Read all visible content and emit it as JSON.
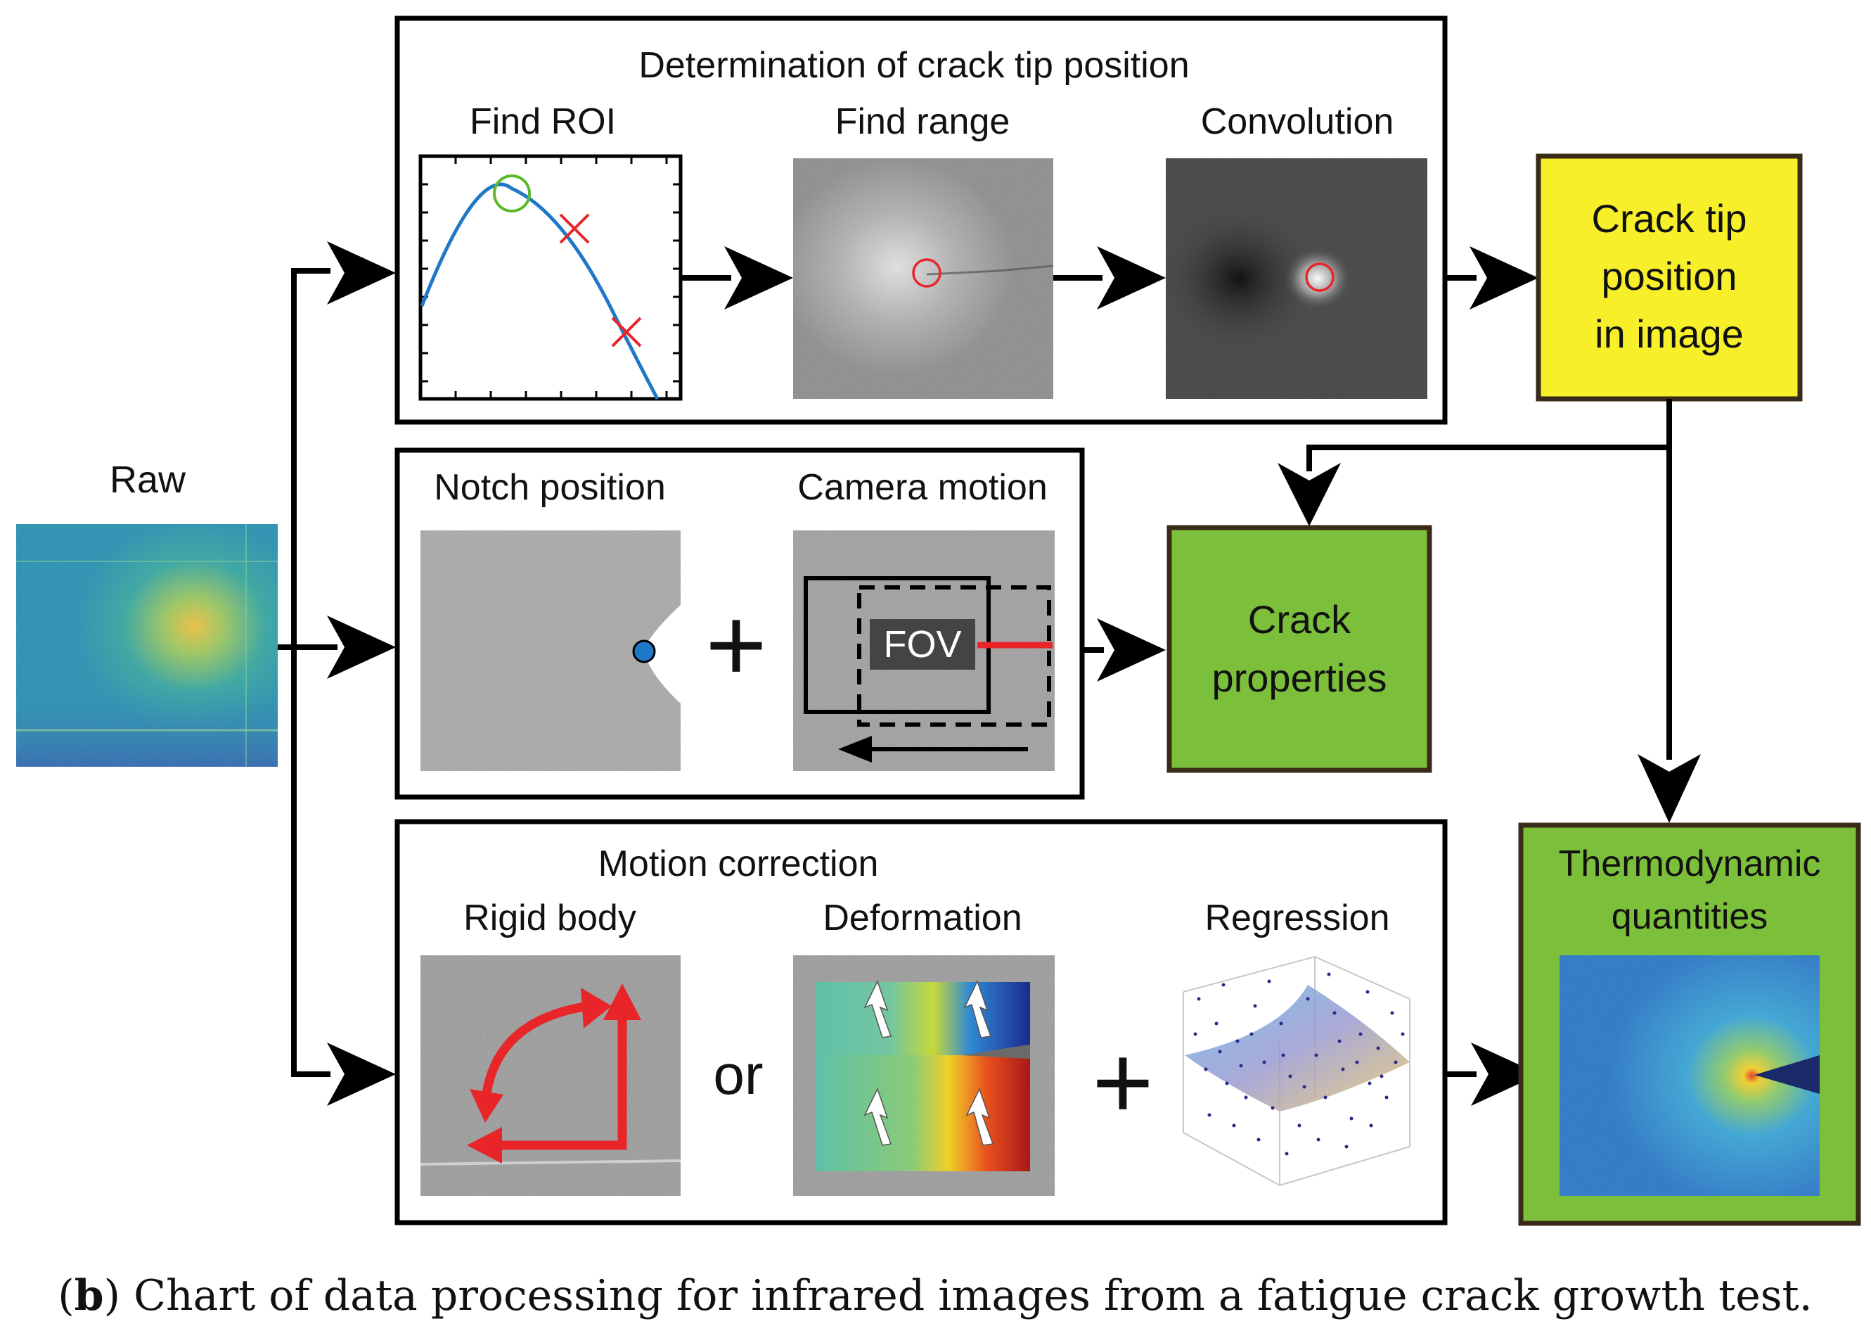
{
  "raw": {
    "label": "Raw"
  },
  "crack_tip_panel": {
    "title": "Determination of crack tip position",
    "steps": [
      "Find ROI",
      "Find range",
      "Convolution"
    ]
  },
  "crack_tip_output": {
    "label_lines": [
      "Crack tip",
      "position",
      "in image"
    ],
    "fill": "#f6ef2a"
  },
  "notch_panel": {
    "notch_label": "Notch position",
    "camera_label": "Camera motion",
    "fov_label": "FOV",
    "plus": "+"
  },
  "crack_properties": {
    "label_lines": [
      "Crack",
      "properties"
    ],
    "fill": "#7cbf3a"
  },
  "motion_panel": {
    "title": "Motion correction",
    "rigid_label": "Rigid body",
    "deformation_label": "Deformation",
    "regression_label": "Regression",
    "or": "or",
    "plus": "+"
  },
  "thermo_output": {
    "label_lines": [
      "Thermodynamic",
      "quantities"
    ],
    "fill": "#7cbf3a"
  },
  "caption": {
    "prefix": "(",
    "bold": "b",
    "text": ") Chart of data processing for infrared images from a fatigue crack growth test."
  },
  "colors": {
    "accent_red": "#e8262a",
    "curve_blue": "#1f77c8",
    "roi_green": "#5cb82a",
    "box_border": "#3a2a1a"
  }
}
